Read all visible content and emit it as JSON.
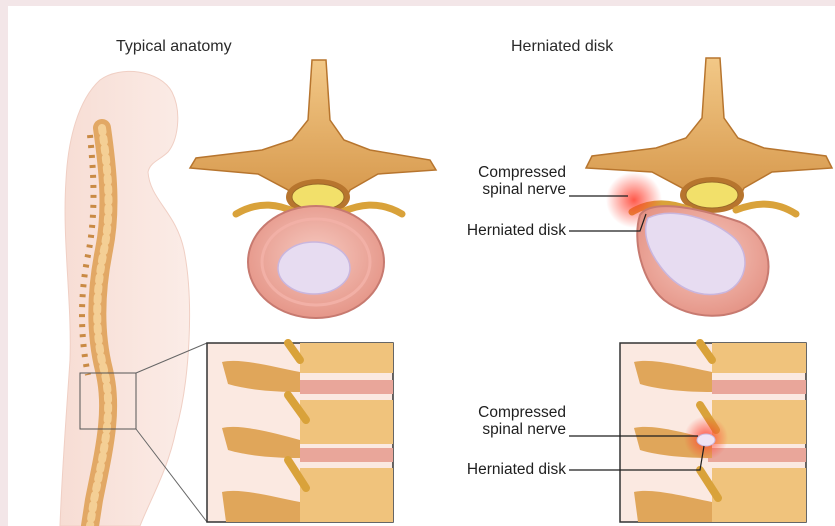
{
  "headings": {
    "typical": "Typical anatomy",
    "herniated": "Herniated disk"
  },
  "labels": {
    "top_compressed": "Compressed\nspinal nerve",
    "top_herniated": "Herniated disk",
    "bottom_compressed": "Compressed\nspinal nerve",
    "bottom_herniated": "Herniated disk"
  },
  "colors": {
    "bone": "#e8b36a",
    "bone_dark": "#b7752e",
    "disc_ring": "#e39a90",
    "nucleus": "#e4d8f0",
    "nerve": "#d9a23a",
    "skin": "#f6d9cf",
    "inflammation": "#ff5a4a"
  }
}
